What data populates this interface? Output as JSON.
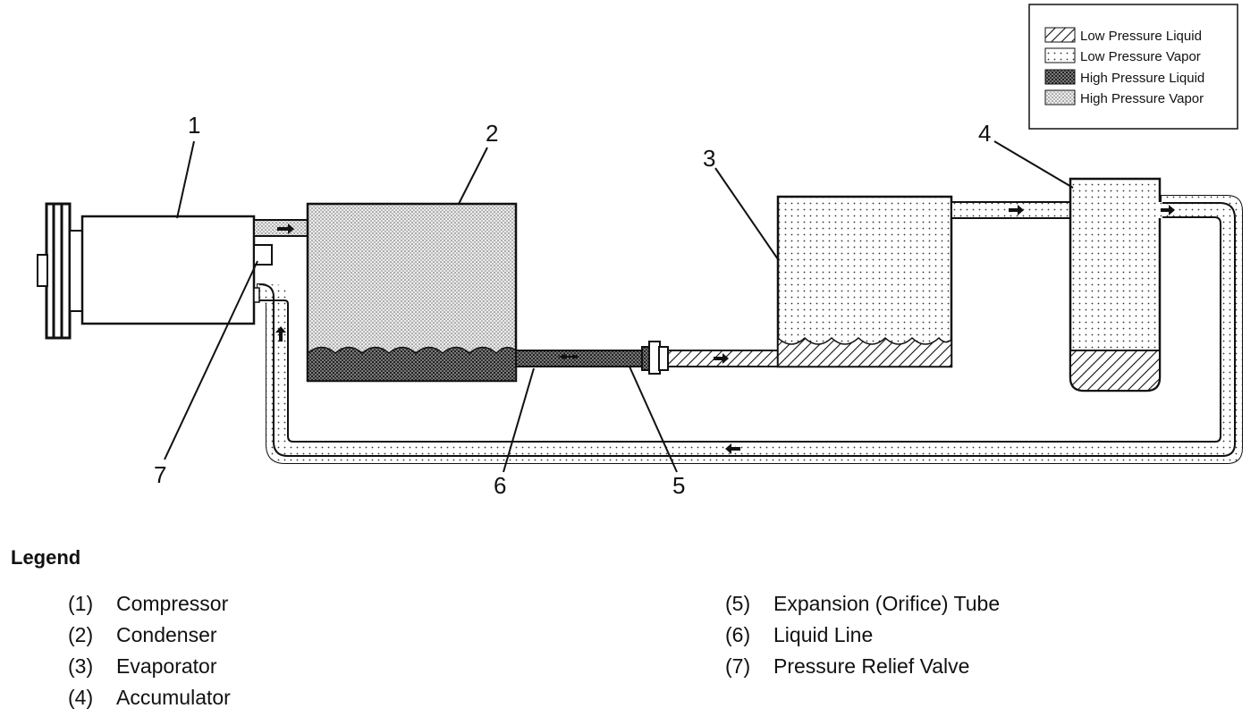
{
  "pattern_legend": [
    {
      "id": "lpl",
      "label": "Low Pressure Liquid"
    },
    {
      "id": "lpv",
      "label": "Low Pressure Vapor"
    },
    {
      "id": "hpl",
      "label": "High Pressure Liquid"
    },
    {
      "id": "hpv",
      "label": "High Pressure Vapor"
    }
  ],
  "callouts": [
    "1",
    "2",
    "3",
    "4",
    "5",
    "6",
    "7"
  ],
  "legend": {
    "heading": "Legend",
    "items": [
      {
        "num": "(1)",
        "name": "Compressor"
      },
      {
        "num": "(2)",
        "name": "Condenser"
      },
      {
        "num": "(3)",
        "name": "Evaporator"
      },
      {
        "num": "(4)",
        "name": "Accumulator"
      },
      {
        "num": "(5)",
        "name": "Expansion (Orifice) Tube"
      },
      {
        "num": "(6)",
        "name": "Liquid Line"
      },
      {
        "num": "(7)",
        "name": "Pressure Relief Valve"
      }
    ]
  }
}
